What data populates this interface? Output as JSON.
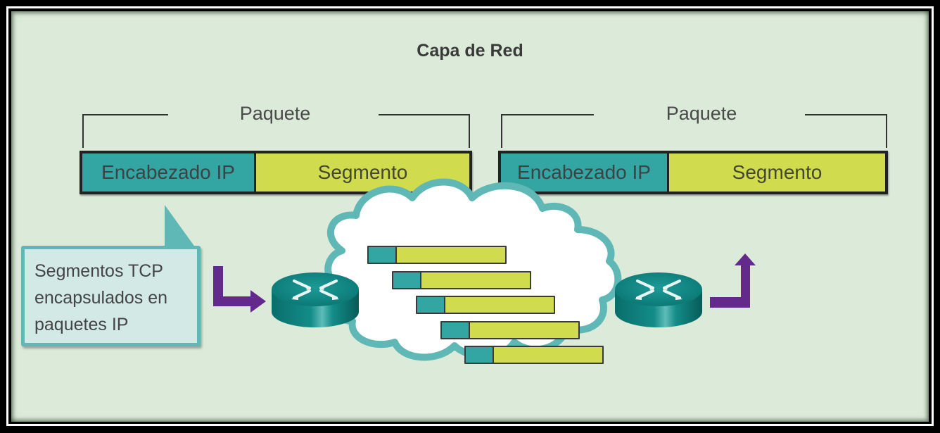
{
  "title": "Capa de Red",
  "packets": [
    {
      "bracket_label": "Paquete",
      "header_label": "Encabezado IP",
      "segment_label": "Segmento"
    },
    {
      "bracket_label": "Paquete",
      "header_label": "Encabezado IP",
      "segment_label": "Segmento"
    }
  ],
  "callout": {
    "lines": [
      "Segmentos TCP",
      "encapsulados en",
      "paquetes IP"
    ]
  },
  "network": {
    "cloud_packet_count": 5,
    "icons": [
      "router-icon",
      "router-icon",
      "cloud-icon",
      "arrow-in-icon",
      "arrow-out-icon"
    ]
  },
  "colors": {
    "background": "#dcebd9",
    "ip_header": "#33a6a3",
    "segment": "#d1db4e",
    "arrow": "#632a8c",
    "cloud_outline": "#5fb8b5",
    "router": "#0f8480",
    "callout_fill": "#d2e9e6"
  }
}
